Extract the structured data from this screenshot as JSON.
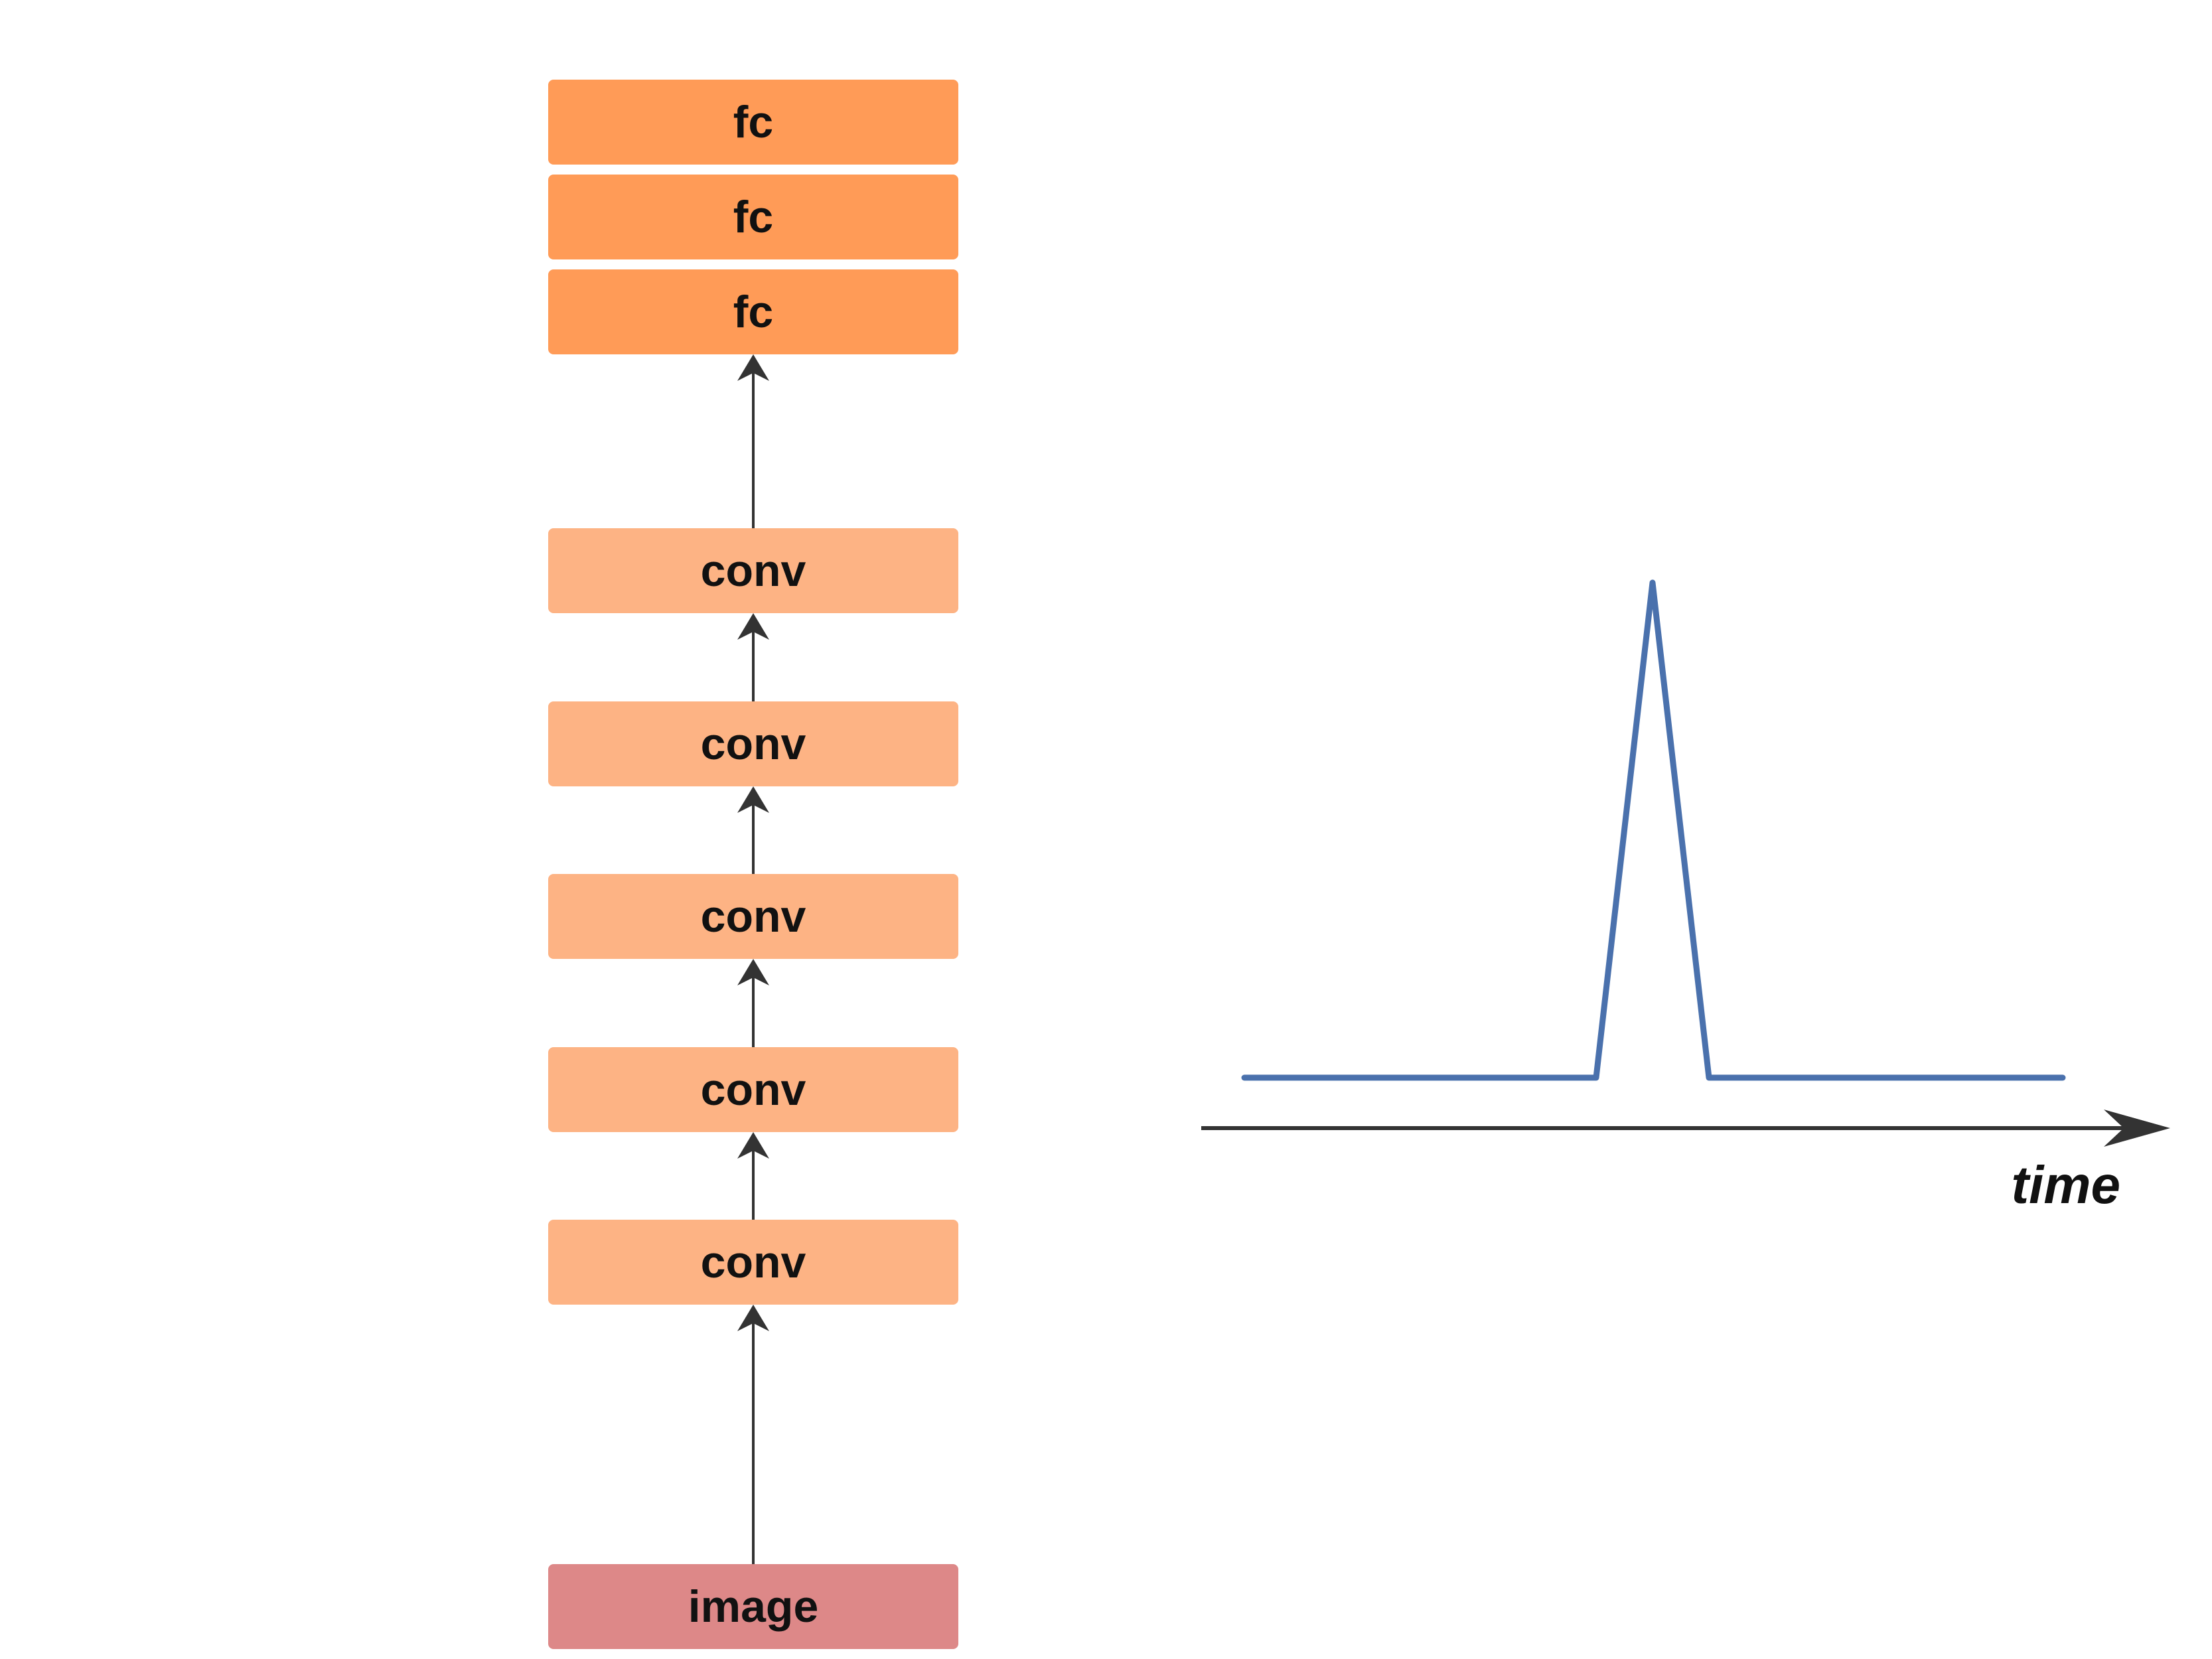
{
  "colors": {
    "fc": "#ff9b57",
    "conv": "#fdb384",
    "image": "#dd8888",
    "arrow": "#333333",
    "signal": "#4a71ad",
    "time_axis": "#333333"
  },
  "layers": [
    {
      "label": "fc",
      "kind": "fc"
    },
    {
      "label": "fc",
      "kind": "fc"
    },
    {
      "label": "fc",
      "kind": "fc"
    },
    {
      "label": "conv",
      "kind": "conv"
    },
    {
      "label": "conv",
      "kind": "conv"
    },
    {
      "label": "conv",
      "kind": "conv"
    },
    {
      "label": "conv",
      "kind": "conv"
    },
    {
      "label": "conv",
      "kind": "conv"
    },
    {
      "label": "image",
      "kind": "image"
    }
  ],
  "signal_plot": {
    "shape": "single spike",
    "axis_label": "time"
  }
}
